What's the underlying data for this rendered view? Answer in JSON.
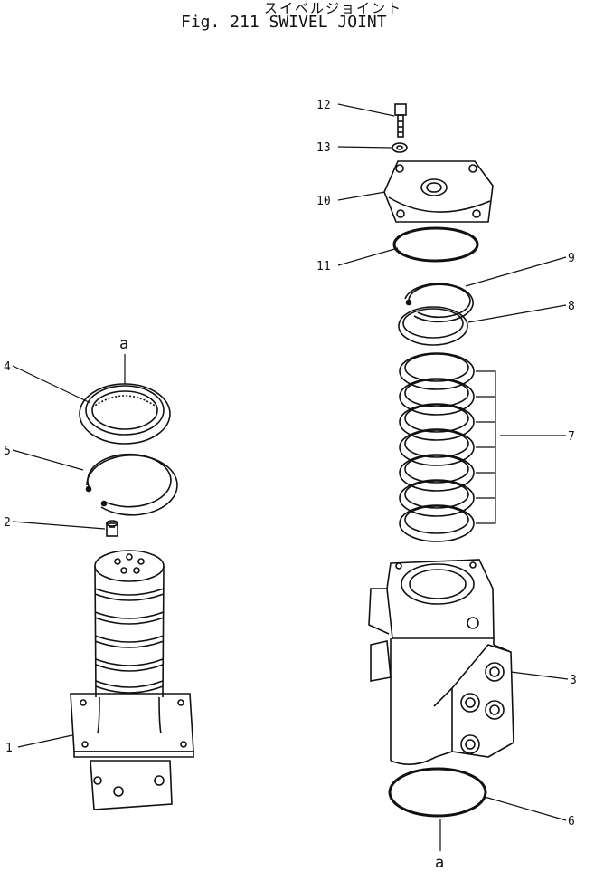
{
  "title_jp": "スイベルジョイント",
  "title_en": "Fig. 211 SWIVEL JOINT",
  "parts": [
    {
      "no": "1",
      "name": "body-flange-icon"
    },
    {
      "no": "2",
      "name": "plug-screw-icon"
    },
    {
      "no": "3",
      "name": "swivel-housing-icon"
    },
    {
      "no": "4",
      "name": "seal-ring-icon"
    },
    {
      "no": "5",
      "name": "snap-ring-icon"
    },
    {
      "no": "6",
      "name": "o-ring-icon"
    },
    {
      "no": "7",
      "name": "seal-ring-set-icon"
    },
    {
      "no": "8",
      "name": "ring-icon"
    },
    {
      "no": "9",
      "name": "snap-ring-icon"
    },
    {
      "no": "10",
      "name": "cover-icon"
    },
    {
      "no": "11",
      "name": "o-ring-icon"
    },
    {
      "no": "12",
      "name": "bolt-icon"
    },
    {
      "no": "13",
      "name": "washer-icon"
    }
  ],
  "reference_marks": [
    "a",
    "a"
  ]
}
